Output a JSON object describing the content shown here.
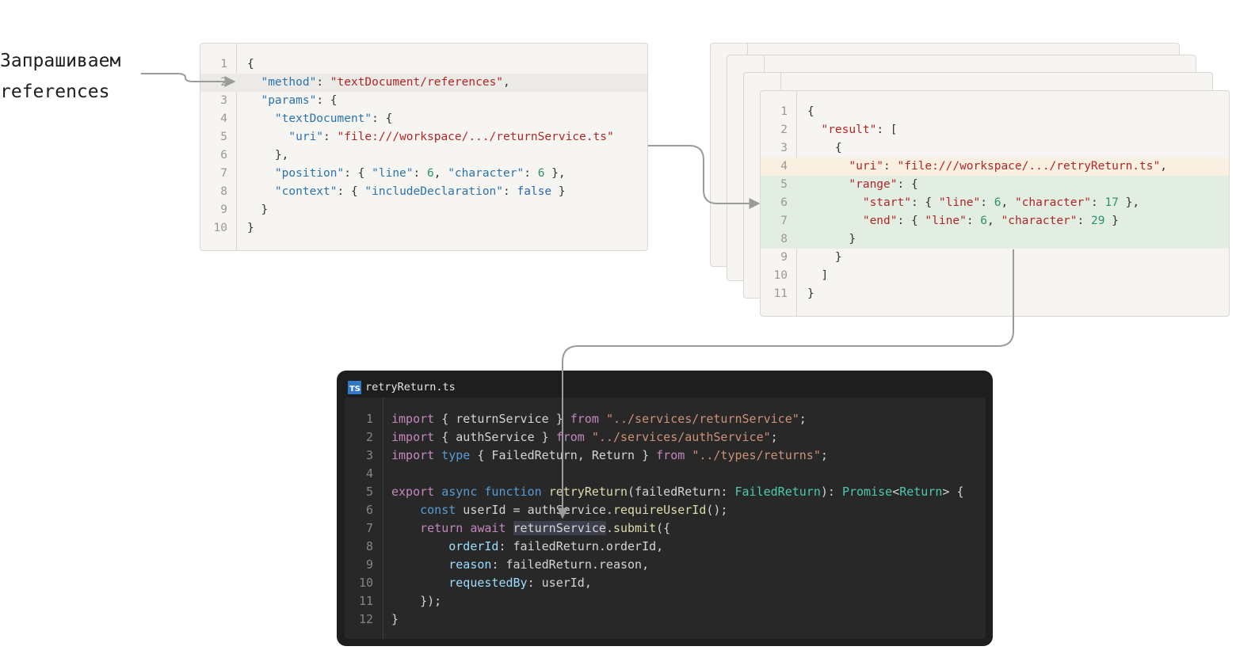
{
  "label": {
    "line1": "Запрашиваем",
    "line2": "references"
  },
  "request": [
    {
      "n": "1",
      "t": [
        {
          "c": "p",
          "v": "{"
        }
      ]
    },
    {
      "n": "2",
      "t": [
        {
          "c": "k",
          "v": "  \"method\""
        },
        {
          "c": "p",
          "v": ": "
        },
        {
          "c": "s",
          "v": "\"textDocument/references\""
        },
        {
          "c": "p",
          "v": ","
        }
      ],
      "hl": "gray"
    },
    {
      "n": "3",
      "t": [
        {
          "c": "k",
          "v": "  \"params\""
        },
        {
          "c": "p",
          "v": ": {"
        }
      ]
    },
    {
      "n": "4",
      "t": [
        {
          "c": "k",
          "v": "    \"textDocument\""
        },
        {
          "c": "p",
          "v": ": {"
        }
      ]
    },
    {
      "n": "5",
      "t": [
        {
          "c": "k",
          "v": "      \"uri\""
        },
        {
          "c": "p",
          "v": ": "
        },
        {
          "c": "s",
          "v": "\"file:///workspace/.../returnService.ts\""
        }
      ]
    },
    {
      "n": "6",
      "t": [
        {
          "c": "p",
          "v": "    },"
        }
      ]
    },
    {
      "n": "7",
      "t": [
        {
          "c": "k",
          "v": "    \"position\""
        },
        {
          "c": "p",
          "v": ": { "
        },
        {
          "c": "k",
          "v": "\"line\""
        },
        {
          "c": "p",
          "v": ": "
        },
        {
          "c": "n",
          "v": "6"
        },
        {
          "c": "p",
          "v": ", "
        },
        {
          "c": "k",
          "v": "\"character\""
        },
        {
          "c": "p",
          "v": ": "
        },
        {
          "c": "n",
          "v": "6"
        },
        {
          "c": "p",
          "v": " },"
        }
      ]
    },
    {
      "n": "8",
      "t": [
        {
          "c": "k",
          "v": "    \"context\""
        },
        {
          "c": "p",
          "v": ": { "
        },
        {
          "c": "k",
          "v": "\"includeDeclaration\""
        },
        {
          "c": "p",
          "v": ": "
        },
        {
          "c": "b",
          "v": "false"
        },
        {
          "c": "p",
          "v": " }"
        }
      ]
    },
    {
      "n": "9",
      "t": [
        {
          "c": "p",
          "v": "  }"
        }
      ]
    },
    {
      "n": "10",
      "t": [
        {
          "c": "p",
          "v": "}"
        }
      ]
    }
  ],
  "response": [
    {
      "n": "1",
      "t": [
        {
          "c": "p",
          "v": "{"
        }
      ]
    },
    {
      "n": "2",
      "t": [
        {
          "c": "s",
          "v": "  \"result\""
        },
        {
          "c": "p",
          "v": ": ["
        }
      ]
    },
    {
      "n": "3",
      "t": [
        {
          "c": "p",
          "v": "    {"
        }
      ]
    },
    {
      "n": "4",
      "t": [
        {
          "c": "s",
          "v": "      \"uri\""
        },
        {
          "c": "p",
          "v": ": "
        },
        {
          "c": "s",
          "v": "\"file:///workspace/.../retryReturn.ts\""
        },
        {
          "c": "p",
          "v": ","
        }
      ],
      "hl": "orange"
    },
    {
      "n": "5",
      "t": [
        {
          "c": "s",
          "v": "      \"range\""
        },
        {
          "c": "p",
          "v": ": {"
        }
      ],
      "hl": "green"
    },
    {
      "n": "6",
      "t": [
        {
          "c": "s",
          "v": "        \"start\""
        },
        {
          "c": "p",
          "v": ": { "
        },
        {
          "c": "s",
          "v": "\"line\""
        },
        {
          "c": "p",
          "v": ": "
        },
        {
          "c": "n",
          "v": "6"
        },
        {
          "c": "p",
          "v": ", "
        },
        {
          "c": "s",
          "v": "\"character\""
        },
        {
          "c": "p",
          "v": ": "
        },
        {
          "c": "n",
          "v": "17"
        },
        {
          "c": "p",
          "v": " },"
        }
      ],
      "hl": "green"
    },
    {
      "n": "7",
      "t": [
        {
          "c": "s",
          "v": "        \"end\""
        },
        {
          "c": "p",
          "v": ": { "
        },
        {
          "c": "s",
          "v": "\"line\""
        },
        {
          "c": "p",
          "v": ": "
        },
        {
          "c": "n",
          "v": "6"
        },
        {
          "c": "p",
          "v": ", "
        },
        {
          "c": "s",
          "v": "\"character\""
        },
        {
          "c": "p",
          "v": ": "
        },
        {
          "c": "n",
          "v": "29"
        },
        {
          "c": "p",
          "v": " }"
        }
      ],
      "hl": "green"
    },
    {
      "n": "8",
      "t": [
        {
          "c": "p",
          "v": "      }"
        }
      ],
      "hl": "green"
    },
    {
      "n": "9",
      "t": [
        {
          "c": "p",
          "v": "    }"
        }
      ]
    },
    {
      "n": "10",
      "t": [
        {
          "c": "p",
          "v": "  ]"
        }
      ]
    },
    {
      "n": "11",
      "t": [
        {
          "c": "p",
          "v": "}"
        }
      ]
    }
  ],
  "editor": {
    "title": "retryReturn.ts",
    "icon": "typescript-file-icon",
    "icon_label": "TS",
    "lines": [
      {
        "n": "1",
        "t": [
          {
            "c": "kw",
            "v": "import"
          },
          {
            "c": "df",
            "v": " { returnService } "
          },
          {
            "c": "kw",
            "v": "from"
          },
          {
            "c": "df",
            "v": " "
          },
          {
            "c": "st",
            "v": "\"../services/returnService\""
          },
          {
            "c": "df",
            "v": ";"
          }
        ]
      },
      {
        "n": "2",
        "t": [
          {
            "c": "kw",
            "v": "import"
          },
          {
            "c": "df",
            "v": " { authService } "
          },
          {
            "c": "kw",
            "v": "from"
          },
          {
            "c": "df",
            "v": " "
          },
          {
            "c": "st",
            "v": "\"../services/authService\""
          },
          {
            "c": "df",
            "v": ";"
          }
        ]
      },
      {
        "n": "3",
        "t": [
          {
            "c": "kw",
            "v": "import"
          },
          {
            "c": "df",
            "v": " "
          },
          {
            "c": "kb",
            "v": "type"
          },
          {
            "c": "df",
            "v": " { FailedReturn, Return } "
          },
          {
            "c": "kw",
            "v": "from"
          },
          {
            "c": "df",
            "v": " "
          },
          {
            "c": "st",
            "v": "\"../types/returns\""
          },
          {
            "c": "df",
            "v": ";"
          }
        ]
      },
      {
        "n": "4",
        "t": []
      },
      {
        "n": "5",
        "t": [
          {
            "c": "kw",
            "v": "export"
          },
          {
            "c": "df",
            "v": " "
          },
          {
            "c": "kb",
            "v": "async"
          },
          {
            "c": "df",
            "v": " "
          },
          {
            "c": "kb",
            "v": "function"
          },
          {
            "c": "df",
            "v": " "
          },
          {
            "c": "fn",
            "v": "retryReturn"
          },
          {
            "c": "df",
            "v": "(failedReturn: "
          },
          {
            "c": "ty",
            "v": "FailedReturn"
          },
          {
            "c": "df",
            "v": "): "
          },
          {
            "c": "ty",
            "v": "Promise"
          },
          {
            "c": "df",
            "v": "<"
          },
          {
            "c": "ty",
            "v": "Return"
          },
          {
            "c": "df",
            "v": "> {"
          }
        ]
      },
      {
        "n": "6",
        "t": [
          {
            "c": "df",
            "v": "    "
          },
          {
            "c": "kb",
            "v": "const"
          },
          {
            "c": "df",
            "v": " userId = authService."
          },
          {
            "c": "fn",
            "v": "requireUserId"
          },
          {
            "c": "df",
            "v": "();"
          }
        ]
      },
      {
        "n": "7",
        "t": [
          {
            "c": "df",
            "v": "    "
          },
          {
            "c": "kw",
            "v": "return"
          },
          {
            "c": "df",
            "v": " "
          },
          {
            "c": "kw",
            "v": "await"
          },
          {
            "c": "df",
            "v": " "
          },
          {
            "c": "sel",
            "v": "returnService"
          },
          {
            "c": "df",
            "v": "."
          },
          {
            "c": "fn",
            "v": "submit"
          },
          {
            "c": "df",
            "v": "({"
          }
        ]
      },
      {
        "n": "8",
        "t": [
          {
            "c": "df",
            "v": "        "
          },
          {
            "c": "pr",
            "v": "orderId"
          },
          {
            "c": "df",
            "v": ": failedReturn.orderId,"
          }
        ]
      },
      {
        "n": "9",
        "t": [
          {
            "c": "df",
            "v": "        "
          },
          {
            "c": "pr",
            "v": "reason"
          },
          {
            "c": "df",
            "v": ": failedReturn.reason,"
          }
        ]
      },
      {
        "n": "10",
        "t": [
          {
            "c": "df",
            "v": "        "
          },
          {
            "c": "pr",
            "v": "requestedBy"
          },
          {
            "c": "df",
            "v": ": userId,"
          }
        ]
      },
      {
        "n": "11",
        "t": [
          {
            "c": "df",
            "v": "    });"
          }
        ]
      },
      {
        "n": "12",
        "t": [
          {
            "c": "df",
            "v": "}"
          }
        ]
      }
    ]
  },
  "colors": {
    "panel_bg": "#f6f5f1",
    "editor_bg": "#1e1e1e",
    "highlight_gray": "#ebeae6",
    "highlight_orange": "#f9f0e2",
    "highlight_green": "#e3eee3",
    "arrow": "#9b9b9b"
  }
}
